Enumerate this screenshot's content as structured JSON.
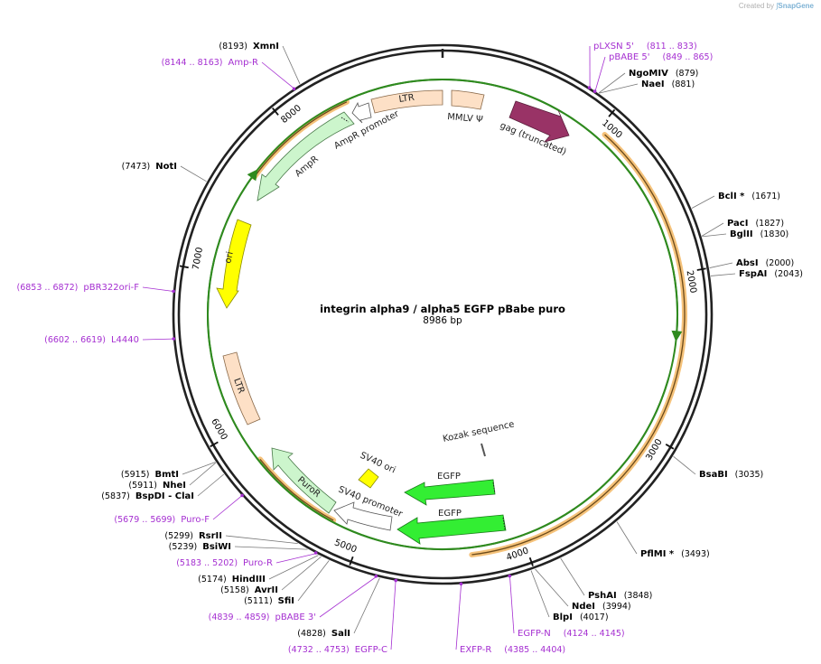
{
  "credit": {
    "prefix": "Created by",
    "brand": "SnapGene"
  },
  "plasmid": {
    "name": "integrin alpha9 / alpha5 EGFP pBabe puro",
    "length_label": "8986 bp",
    "length": 8986
  },
  "ticks": [
    {
      "pos": 1000,
      "label": "1000"
    },
    {
      "pos": 2000,
      "label": "2000"
    },
    {
      "pos": 3000,
      "label": "3000"
    },
    {
      "pos": 4000,
      "label": "4000"
    },
    {
      "pos": 5000,
      "label": "5000"
    },
    {
      "pos": 6000,
      "label": "6000"
    },
    {
      "pos": 7000,
      "label": "7000"
    },
    {
      "pos": 8000,
      "label": "8000"
    }
  ],
  "sites": [
    {
      "name": "NgoMIV",
      "pos": "(879)",
      "bp": 879,
      "side": "right"
    },
    {
      "name": "NaeI",
      "pos": "(881)",
      "bp": 881,
      "side": "right"
    },
    {
      "name": "BclI *",
      "pos": "(1671)",
      "bp": 1671,
      "side": "right"
    },
    {
      "name": "PacI",
      "pos": "(1827)",
      "bp": 1827,
      "side": "right"
    },
    {
      "name": "BglII",
      "pos": "(1830)",
      "bp": 1830,
      "side": "right"
    },
    {
      "name": "AbsI",
      "pos": "(2000)",
      "bp": 2000,
      "side": "right"
    },
    {
      "name": "FspAI",
      "pos": "(2043)",
      "bp": 2043,
      "side": "right"
    },
    {
      "name": "BsaBI",
      "pos": "(3035)",
      "bp": 3035,
      "side": "right"
    },
    {
      "name": "PflMI *",
      "pos": "(3493)",
      "bp": 3493,
      "side": "right"
    },
    {
      "name": "PshAI",
      "pos": "(3848)",
      "bp": 3848,
      "side": "right"
    },
    {
      "name": "NdeI",
      "pos": "(3994)",
      "bp": 3994,
      "side": "right"
    },
    {
      "name": "BlpI",
      "pos": "(4017)",
      "bp": 4017,
      "side": "right"
    },
    {
      "name": "SalI",
      "pos": "(4828)",
      "bp": 4828,
      "side": "left"
    },
    {
      "name": "SfiI",
      "pos": "(5111)",
      "bp": 5111,
      "side": "left"
    },
    {
      "name": "AvrII",
      "pos": "(5158)",
      "bp": 5158,
      "side": "left"
    },
    {
      "name": "HindIII",
      "pos": "(5174)",
      "bp": 5174,
      "side": "left"
    },
    {
      "name": "BsiWI",
      "pos": "(5239)",
      "bp": 5239,
      "side": "left"
    },
    {
      "name": "RsrII",
      "pos": "(5299)",
      "bp": 5299,
      "side": "left"
    },
    {
      "name": "BspDI - ClaI",
      "pos": "(5837)",
      "bp": 5837,
      "side": "left"
    },
    {
      "name": "NheI",
      "pos": "(5911)",
      "bp": 5911,
      "side": "left"
    },
    {
      "name": "BmtI",
      "pos": "(5915)",
      "bp": 5915,
      "side": "left"
    },
    {
      "name": "NotI",
      "pos": "(7473)",
      "bp": 7473,
      "side": "left"
    },
    {
      "name": "XmnI",
      "pos": "(8193)",
      "bp": 8193,
      "side": "left"
    }
  ],
  "primers": [
    {
      "name": "pLXSN 5'",
      "range": "(811 .. 833)",
      "bp": 822,
      "side": "right"
    },
    {
      "name": "pBABE 5'",
      "range": "(849 .. 865)",
      "bp": 857,
      "side": "right"
    },
    {
      "name": "EGFP-N",
      "range": "(4124 .. 4145)",
      "bp": 4134,
      "side": "right"
    },
    {
      "name": "EXFP-R",
      "range": "(4385 .. 4404)",
      "bp": 4395,
      "side": "right"
    },
    {
      "name": "EGFP-C",
      "range": "(4732 .. 4753)",
      "bp": 4742,
      "side": "left"
    },
    {
      "name": "pBABE 3'",
      "range": "(4839 .. 4859)",
      "bp": 4849,
      "side": "left"
    },
    {
      "name": "Puro-R",
      "range": "(5183 .. 5202)",
      "bp": 5192,
      "side": "left"
    },
    {
      "name": "Puro-F",
      "range": "(5679 .. 5699)",
      "bp": 5689,
      "side": "left"
    },
    {
      "name": "L4440",
      "range": "(6602 .. 6619)",
      "bp": 6610,
      "side": "left"
    },
    {
      "name": "pBR322ori-F",
      "range": "(6853 .. 6872)",
      "bp": 6862,
      "side": "left"
    },
    {
      "name": "Amp-R",
      "range": "(8144 .. 8163)",
      "bp": 8153,
      "side": "left"
    }
  ],
  "features": [
    {
      "name": "gag (truncated)",
      "color": "#993366"
    },
    {
      "name": "MMLV Ψ",
      "color": "#fde0c6"
    },
    {
      "name": "LTR",
      "color": "#fde0c6"
    },
    {
      "name": "AmpR promoter",
      "color": "#ffffff"
    },
    {
      "name": "AmpR",
      "color": "#ccf5cc"
    },
    {
      "name": "ori",
      "color": "#ffff00"
    },
    {
      "name": "LTR",
      "color": "#fde0c6"
    },
    {
      "name": "PuroR",
      "color": "#ccf5cc"
    },
    {
      "name": "SV40 promoter",
      "color": "#ffffff"
    },
    {
      "name": "SV40 ori",
      "color": "#ffff00"
    },
    {
      "name": "EGFP",
      "color": "#33ee33"
    },
    {
      "name": "EGFP",
      "color": "#33ee33"
    },
    {
      "name": "Kozak sequence",
      "color": "#555555"
    }
  ],
  "colors": {
    "site": "#000000",
    "primer": "#a52fd1",
    "orf_highlight": "#f5c27a",
    "orf_line": "#6b4a1a",
    "ring": "#222222"
  }
}
